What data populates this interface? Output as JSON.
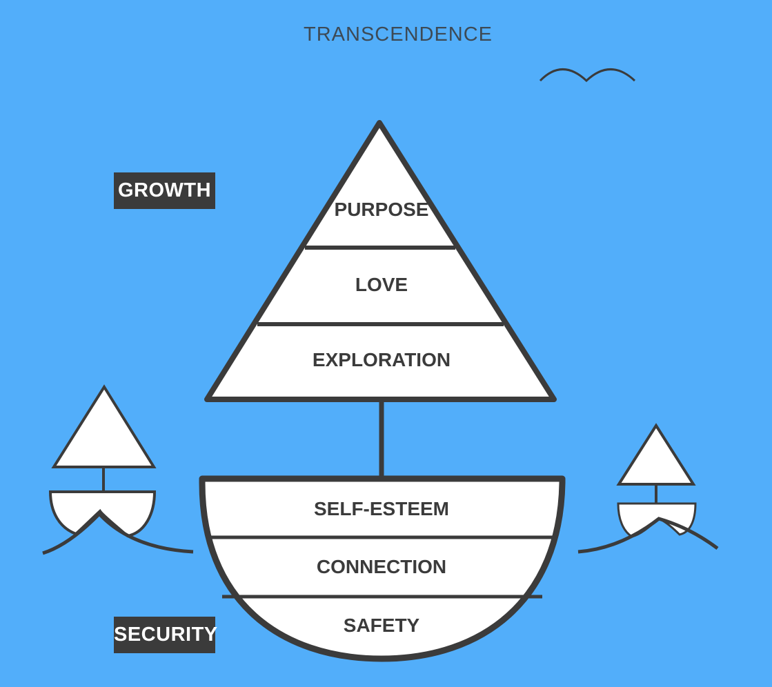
{
  "title": "TRANSCENDENCE",
  "tags": {
    "growth": "GROWTH",
    "security": "SECURITY"
  },
  "sail_levels": [
    "PURPOSE",
    "LOVE",
    "EXPLORATION"
  ],
  "hull_levels": [
    "SELF-ESTEEM",
    "CONNECTION",
    "SAFETY"
  ],
  "colors": {
    "sky": "#52aefa",
    "ink": "#3b3b3b",
    "fill": "#ffffff"
  }
}
